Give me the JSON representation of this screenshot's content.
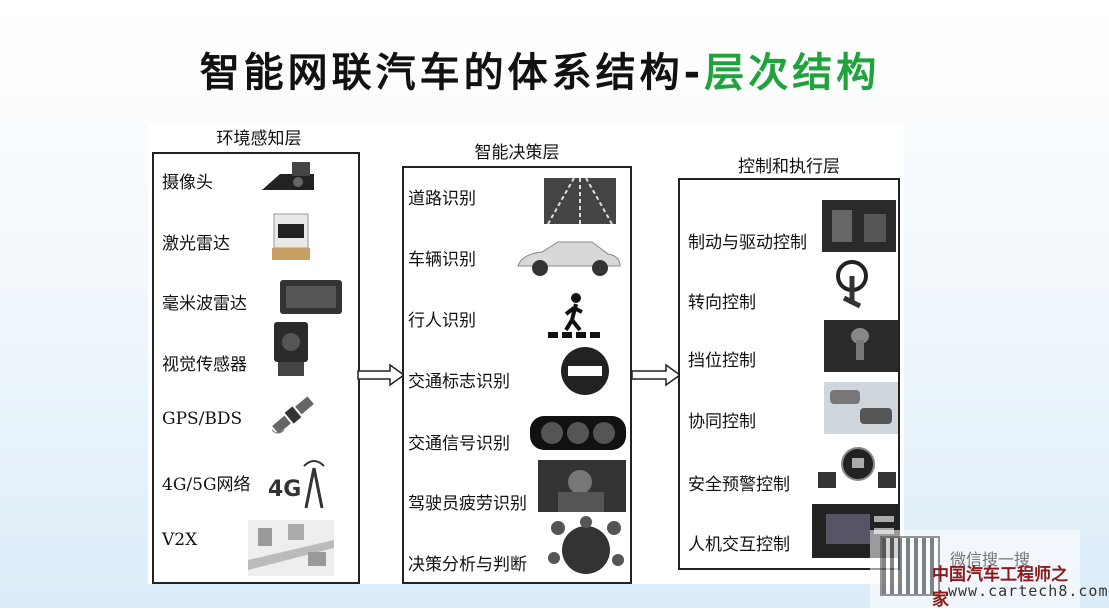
{
  "title": {
    "main": "智能网联汽车的体系结构-",
    "accent": "层次结构"
  },
  "layers": [
    {
      "name": "环境感知层",
      "items": [
        "摄像头",
        "激光雷达",
        "毫米波雷达",
        "视觉传感器",
        "GPS/BDS",
        "4G/5G网络",
        "V2X"
      ]
    },
    {
      "name": "智能决策层",
      "items": [
        "道路识别",
        "车辆识别",
        "行人识别",
        "交通标志识别",
        "交通信号识别",
        "驾驶员疲劳识别",
        "决策分析与判断"
      ]
    },
    {
      "name": "控制和执行层",
      "items": [
        "制动与驱动控制",
        "转向控制",
        "挡位控制",
        "协同控制",
        "安全预警控制",
        "人机交互控制"
      ]
    }
  ],
  "watermark": {
    "search": "微信搜一搜",
    "site_name": "中国汽车工程师之家",
    "url": "www.cartech8.com"
  }
}
